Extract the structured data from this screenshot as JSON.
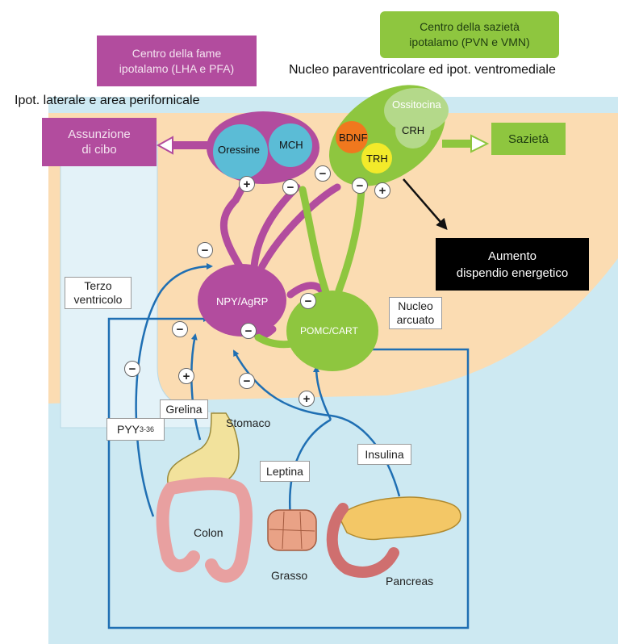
{
  "hunger_center": {
    "line1": "Centro della fame",
    "line2": "ipotalamo (LHA e PFA)"
  },
  "satiety_center": {
    "line1": "Centro della sazietà",
    "line2": "ipotalamo (PVN e VMN)"
  },
  "caption_pvn": "Nucleo paraventricolare ed ipot. ventromediale",
  "caption_lateral": "Ipot. laterale e area perifornicale",
  "food_intake": {
    "line1": "Assunzione",
    "line2": "di cibo"
  },
  "satiety_box": "Sazietà",
  "energy_box": {
    "line1": "Aumento",
    "line2": "dispendio energetico"
  },
  "third_ventricle": {
    "line1": "Terzo",
    "line2": "ventricolo"
  },
  "arcuate": {
    "line1": "Nucleo",
    "line2": "arcuato"
  },
  "neurons": {
    "orexin": "Oressine",
    "mch": "MCH",
    "npy": "NPY/AgRP",
    "pomc": "POMC/CART",
    "oxytocin": "Ossitocina",
    "bdnf": "BDNF",
    "crh": "CRH",
    "trh": "TRH"
  },
  "hormones": {
    "ghrelin": "Grelina",
    "leptin": "Leptina",
    "insulin": "Insulina",
    "pyy": "PYY",
    "pyy_sub": "3-36"
  },
  "organs": {
    "stomach": "Stomaco",
    "colon": "Colon",
    "fat": "Grasso",
    "pancreas": "Pancreas"
  },
  "signs": {
    "plus": "+",
    "minus": "−"
  },
  "colors": {
    "hypothalamus_bg": "#fbdcb2",
    "blood_bg": "#cde9f2",
    "magenta": "#b24c9e",
    "green": "#8ec63f",
    "blue_arrow": "#1f6fb3"
  }
}
